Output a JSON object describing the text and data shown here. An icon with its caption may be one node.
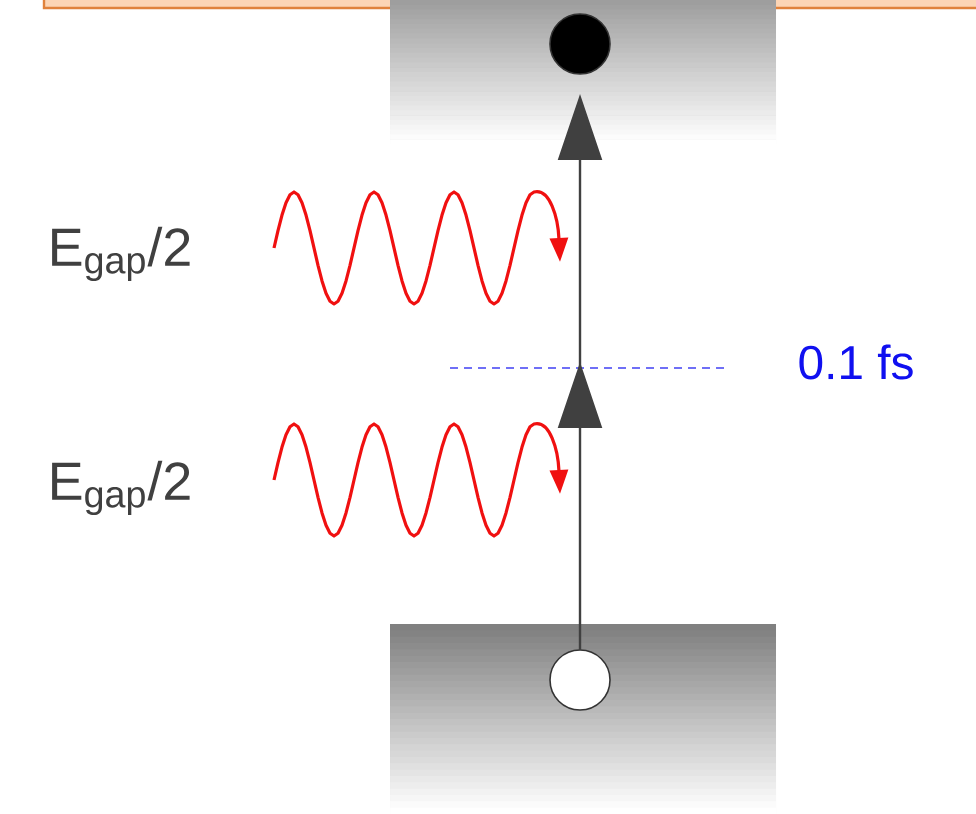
{
  "diagram": {
    "nodes": [
      {
        "text": [],
        "shape": "box"
      },
      {
        "text": [],
        "shape": "circle",
        "in": 0
      },
      {
        "text": [],
        "shape": "box"
      },
      {
        "text": [],
        "shape": "circle",
        "in": 2
      }
    ],
    "edges": [
      {
        "from": 3,
        "to": 1,
        "arrow": "to"
      }
    ],
    "labels": [
      "E$_{gap}$/2",
      "0.1 fs",
      "E$_{gap}$/2"
    ]
  }
}
